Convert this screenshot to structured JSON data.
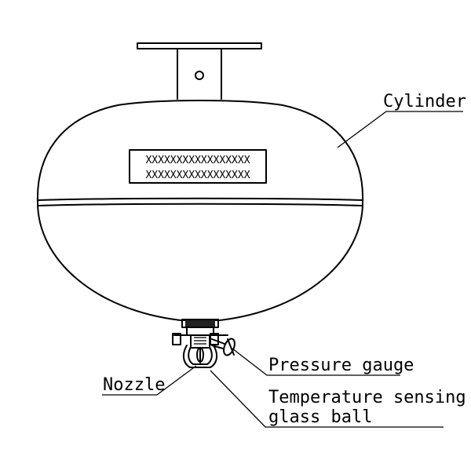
{
  "diagram": {
    "nameplate": {
      "line1": "XXXXXXXXXXXXXXXXX",
      "line2": "XXXXXXXXXXXXXXXXX"
    },
    "labels": {
      "cylinder": "Cylinder",
      "pressure_gauge": "Pressure gauge",
      "nozzle": "Nozzle",
      "temperature_line1": "Temperature sensing",
      "temperature_line2": "glass ball"
    }
  }
}
